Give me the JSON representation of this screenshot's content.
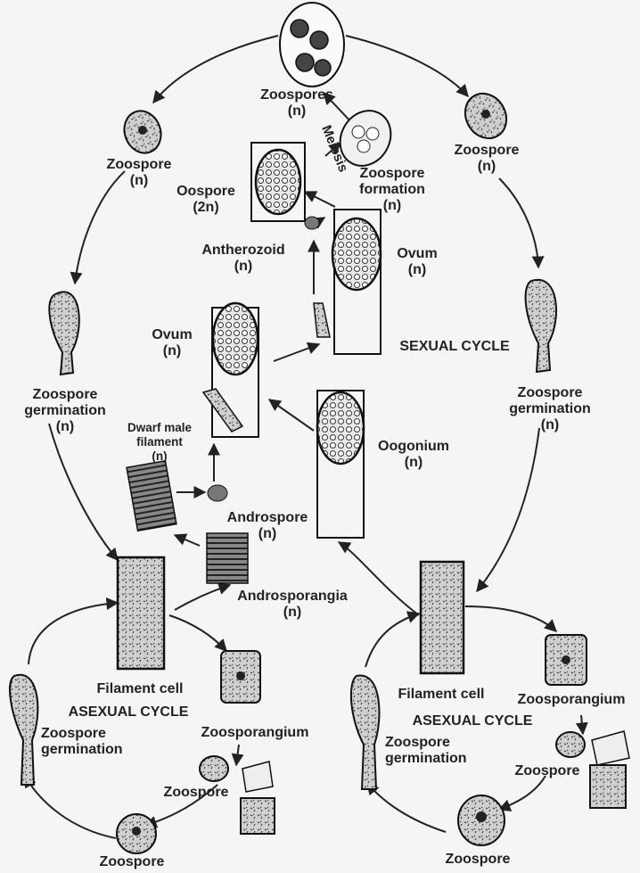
{
  "labels": {
    "zoospores_top": "Zoospores\n(n)",
    "zoospore_left_top": "Zoospore\n(n)",
    "zoospore_right_top": "Zoospore\n(n)",
    "meiosis": "Meiosis",
    "zoospore_formation": "Zoospore\nformation\n(n)",
    "oospore": "Oospore\n(2n)",
    "antherozoid": "Antherozoid\n(n)",
    "ovum_top": "Ovum\n(n)",
    "ovum_mid": "Ovum\n(n)",
    "sexual_cycle": "SEXUAL CYCLE",
    "zoospore_germination_left": "Zoospore\ngermination\n(n)",
    "zoospore_germination_right": "Zoospore\ngermination\n(n)",
    "dwarf_male_filament": "Dwarf male\nfilament\n(n)",
    "oogonium": "Oogonium\n(n)",
    "androspore": "Androspore\n(n)",
    "androsporangia": "Androsporangia\n(n)",
    "filament_cell_left": "Filament cell",
    "asexual_cycle_left": "ASEXUAL CYCLE",
    "zoospore_germination_bl": "Zoospore\ngermination",
    "zoosporangium_left": "Zoosporangium",
    "zoospore_bl_small": "Zoospore",
    "zoospore_bottom_left": "Zoospore",
    "filament_cell_right": "Filament cell",
    "asexual_cycle_right": "ASEXUAL CYCLE",
    "zoospore_germination_br": "Zoospore\ngermination",
    "zoosporangium_right": "Zoosporangium",
    "zoospore_br_small": "Zoospore",
    "zoospore_bottom_right": "Zoospore"
  }
}
